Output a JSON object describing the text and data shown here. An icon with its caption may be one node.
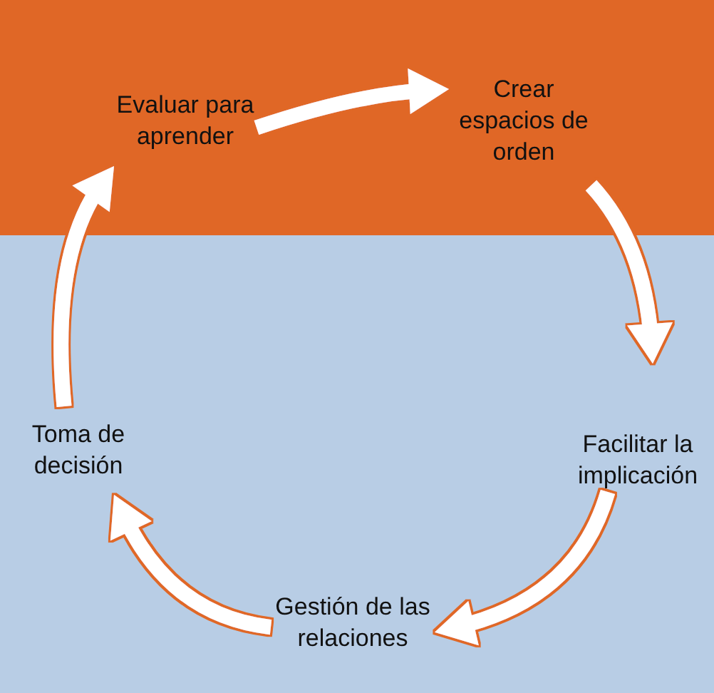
{
  "diagram": {
    "nodes": [
      {
        "text": [
          "Evaluar para aprender"
        ]
      },
      {
        "text": [
          "Crear espacios de orden"
        ]
      },
      {
        "text": [
          "Facilitar la implicación"
        ]
      },
      {
        "text": [
          "Gestión de las relaciones"
        ]
      },
      {
        "text": [
          "Toma de decisión"
        ]
      }
    ],
    "edges": [
      {
        "from": 0,
        "to": 1,
        "arrow": "to",
        "color": "#ffffff"
      },
      {
        "from": 1,
        "to": 2,
        "arrow": "to",
        "color": "#ffffff"
      },
      {
        "from": 2,
        "to": 3,
        "arrow": "to",
        "color": "#ffffff"
      },
      {
        "from": 3,
        "to": 4,
        "arrow": "to",
        "color": "#ffffff"
      },
      {
        "from": 4,
        "to": 0,
        "arrow": "to",
        "color": "#ffffff"
      }
    ]
  }
}
